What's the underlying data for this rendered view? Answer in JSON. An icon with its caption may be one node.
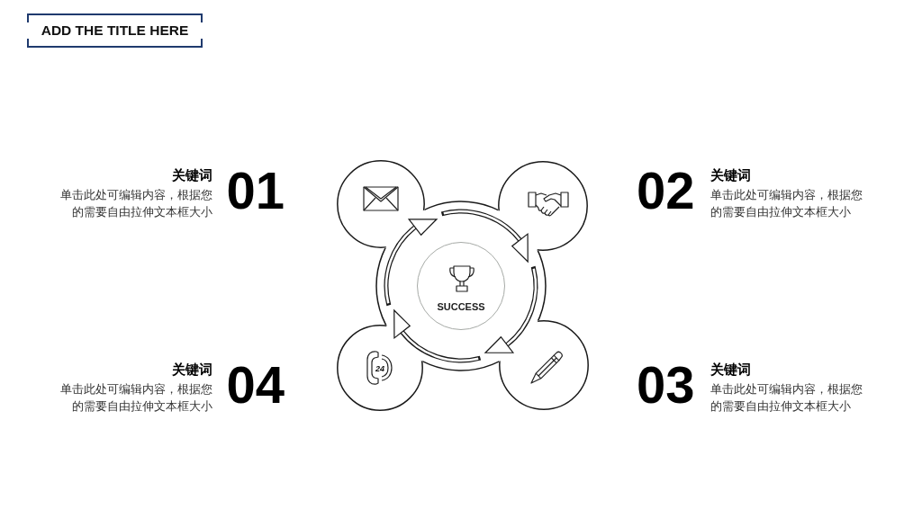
{
  "diagram": {
    "title": "ADD THE TITLE HERE",
    "nodes": [
      {
        "text": [],
        "shape": "circle",
        "beside": [
          "01",
          "关键词",
          "单击此处可编辑内容，根据您的需要自由拉伸文本框大小"
        ]
      },
      {
        "text": [],
        "shape": "circle",
        "beside": [
          "02",
          "关键词",
          "单击此处可编辑内容，根据您的需要自由拉伸文本框大小"
        ]
      },
      {
        "text": [
          "SUCCESS"
        ]
      },
      {
        "text": [],
        "shape": "circle",
        "beside": [
          "04",
          "关键词",
          "单击此处可编辑内容，根据您的需要自由拉伸文本框大小"
        ]
      },
      {
        "text": [],
        "shape": "circle",
        "beside": [
          "03",
          "关键词",
          "单击此处可编辑内容，根据您的需要自由拉伸文本框大小"
        ]
      }
    ],
    "labels": [
      "24"
    ]
  }
}
